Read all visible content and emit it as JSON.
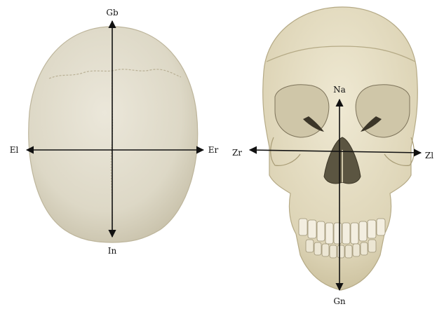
{
  "figure": {
    "left_panel": {
      "view": "superior view of skull",
      "labels": {
        "top": "Gb",
        "bottom": "In",
        "left": "El",
        "right": "Er"
      }
    },
    "right_panel": {
      "view": "frontal view of skull",
      "labels": {
        "top": "Na",
        "bottom": "Gn",
        "left": "Zr",
        "right": "Zl"
      }
    }
  },
  "colors": {
    "bone": "#e7e1cc",
    "bone_shadow": "#cfc6a8",
    "cavity": "#5b5541",
    "line": "#111111"
  }
}
